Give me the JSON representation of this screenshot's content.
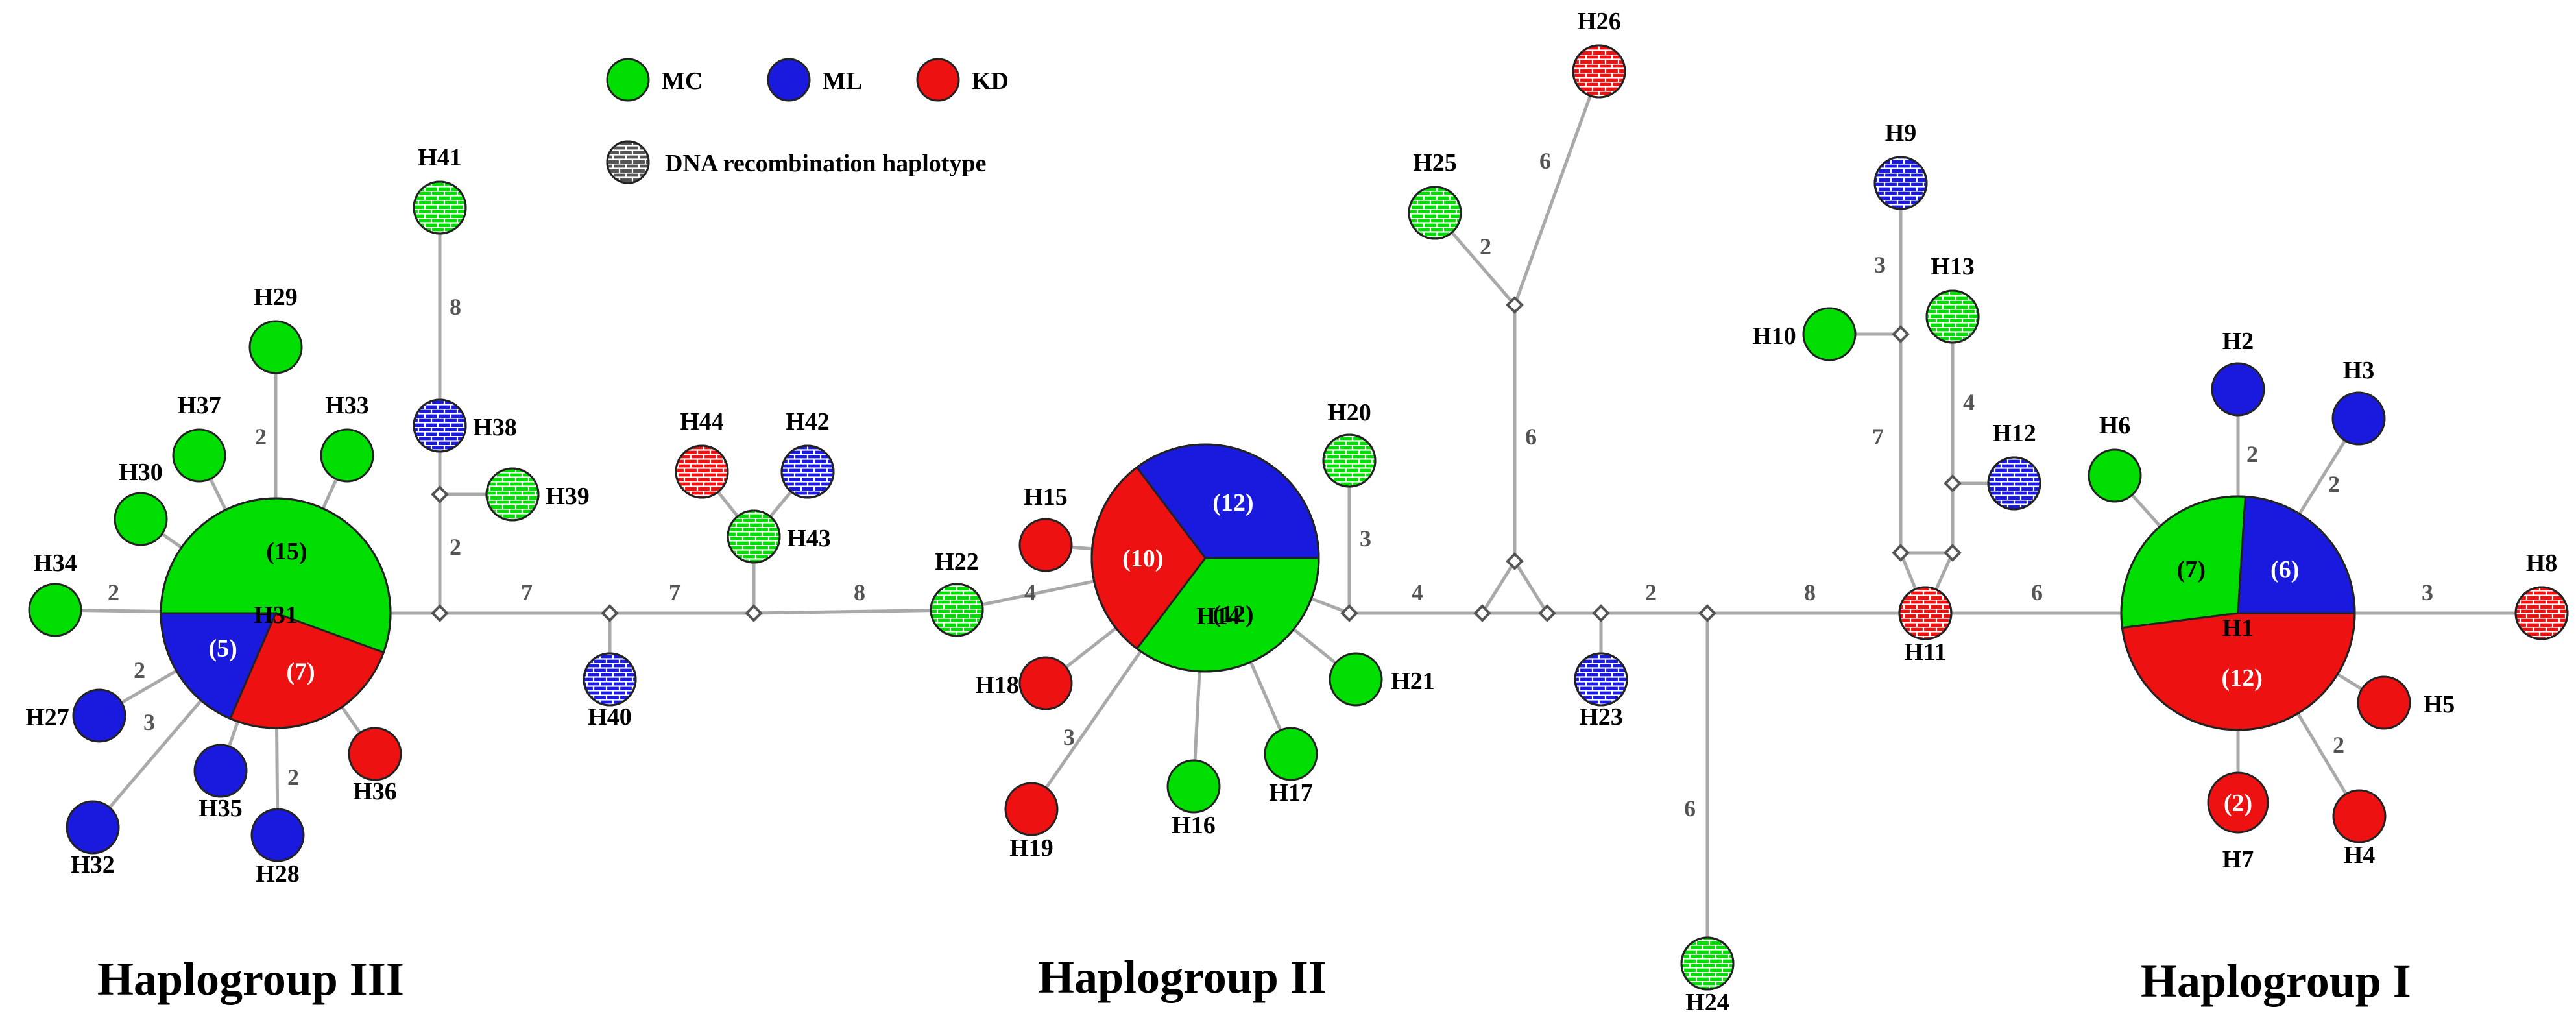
{
  "colors": {
    "MC": "#00dd00",
    "ML": "#1a1adf",
    "KD": "#ee1111",
    "recomb": "#ffffff"
  },
  "legend": [
    {
      "key": "MC",
      "label": "MC"
    },
    {
      "key": "ML",
      "label": "ML"
    },
    {
      "key": "KD",
      "label": "KD"
    }
  ],
  "recomb_legend": "DNA recombination haplotype",
  "groups": [
    "Haplogroup III",
    "Haplogroup II",
    "Haplogroup I"
  ],
  "haplotypes": [
    {
      "id": "H1",
      "label": "H1",
      "parts": [
        {
          "pop": "KD",
          "n": 12,
          "label": "(12)"
        },
        {
          "pop": "MC",
          "n": 7,
          "label": "(7)"
        },
        {
          "pop": "ML",
          "n": 6,
          "label": "(6)"
        }
      ]
    },
    {
      "id": "H2",
      "label": "H2",
      "parts": [
        {
          "pop": "ML",
          "n": 1
        }
      ]
    },
    {
      "id": "H3",
      "label": "H3",
      "parts": [
        {
          "pop": "ML",
          "n": 1
        }
      ]
    },
    {
      "id": "H4",
      "label": "H4",
      "parts": [
        {
          "pop": "KD",
          "n": 1
        }
      ]
    },
    {
      "id": "H5",
      "label": "H5",
      "parts": [
        {
          "pop": "KD",
          "n": 1
        }
      ]
    },
    {
      "id": "H6",
      "label": "H6",
      "parts": [
        {
          "pop": "MC",
          "n": 1
        }
      ]
    },
    {
      "id": "H7",
      "label": "H7",
      "parts": [
        {
          "pop": "KD",
          "n": 2,
          "label": "(2)"
        }
      ]
    },
    {
      "id": "H8",
      "label": "H8",
      "recomb": true,
      "parts": [
        {
          "pop": "KD",
          "n": 1
        }
      ]
    },
    {
      "id": "H9",
      "label": "H9",
      "recomb": true,
      "parts": [
        {
          "pop": "ML",
          "n": 1
        }
      ]
    },
    {
      "id": "H10",
      "label": "H10",
      "parts": [
        {
          "pop": "MC",
          "n": 1
        }
      ]
    },
    {
      "id": "H11",
      "label": "H11",
      "recomb": true,
      "parts": [
        {
          "pop": "KD",
          "n": 1
        }
      ]
    },
    {
      "id": "H12",
      "label": "H12",
      "recomb": true,
      "parts": [
        {
          "pop": "ML",
          "n": 1
        }
      ]
    },
    {
      "id": "H13",
      "label": "H13",
      "recomb": true,
      "parts": [
        {
          "pop": "MC",
          "n": 1
        }
      ]
    },
    {
      "id": "H14",
      "label": "H14",
      "parts": [
        {
          "pop": "ML",
          "n": 12,
          "label": "(12)"
        },
        {
          "pop": "MC",
          "n": 12,
          "label": "(12)"
        },
        {
          "pop": "KD",
          "n": 10,
          "label": "(10)"
        }
      ]
    },
    {
      "id": "H15",
      "label": "H15",
      "parts": [
        {
          "pop": "KD",
          "n": 1
        }
      ]
    },
    {
      "id": "H16",
      "label": "H16",
      "parts": [
        {
          "pop": "MC",
          "n": 1
        }
      ]
    },
    {
      "id": "H17",
      "label": "H17",
      "parts": [
        {
          "pop": "MC",
          "n": 1
        }
      ]
    },
    {
      "id": "H18",
      "label": "H18",
      "parts": [
        {
          "pop": "KD",
          "n": 1
        }
      ]
    },
    {
      "id": "H19",
      "label": "H19",
      "parts": [
        {
          "pop": "KD",
          "n": 1
        }
      ]
    },
    {
      "id": "H20",
      "label": "H20",
      "recomb": true,
      "parts": [
        {
          "pop": "MC",
          "n": 1
        }
      ]
    },
    {
      "id": "H21",
      "label": "H21",
      "parts": [
        {
          "pop": "MC",
          "n": 1
        }
      ]
    },
    {
      "id": "H22",
      "label": "H22",
      "recomb": true,
      "parts": [
        {
          "pop": "MC",
          "n": 1
        }
      ]
    },
    {
      "id": "H23",
      "label": "H23",
      "recomb": true,
      "parts": [
        {
          "pop": "ML",
          "n": 1
        }
      ]
    },
    {
      "id": "H24",
      "label": "H24",
      "recomb": true,
      "parts": [
        {
          "pop": "MC",
          "n": 1
        }
      ]
    },
    {
      "id": "H25",
      "label": "H25",
      "recomb": true,
      "parts": [
        {
          "pop": "MC",
          "n": 1
        }
      ]
    },
    {
      "id": "H26",
      "label": "H26",
      "recomb": true,
      "parts": [
        {
          "pop": "KD",
          "n": 1
        }
      ]
    },
    {
      "id": "H27",
      "label": "H27",
      "parts": [
        {
          "pop": "ML",
          "n": 1
        }
      ]
    },
    {
      "id": "H28",
      "label": "H28",
      "parts": [
        {
          "pop": "ML",
          "n": 1
        }
      ]
    },
    {
      "id": "H29",
      "label": "H29",
      "parts": [
        {
          "pop": "MC",
          "n": 1
        }
      ]
    },
    {
      "id": "H30",
      "label": "H30",
      "parts": [
        {
          "pop": "MC",
          "n": 1
        }
      ]
    },
    {
      "id": "H31",
      "label": "H31",
      "parts": [
        {
          "pop": "MC",
          "n": 15,
          "label": "(15)"
        },
        {
          "pop": "KD",
          "n": 7,
          "label": "(7)"
        },
        {
          "pop": "ML",
          "n": 5,
          "label": "(5)"
        }
      ]
    },
    {
      "id": "H32",
      "label": "H32",
      "parts": [
        {
          "pop": "ML",
          "n": 1
        }
      ]
    },
    {
      "id": "H33",
      "label": "H33",
      "parts": [
        {
          "pop": "MC",
          "n": 1
        }
      ]
    },
    {
      "id": "H34",
      "label": "H34",
      "parts": [
        {
          "pop": "MC",
          "n": 1
        }
      ]
    },
    {
      "id": "H35",
      "label": "H35",
      "parts": [
        {
          "pop": "ML",
          "n": 1
        }
      ]
    },
    {
      "id": "H36",
      "label": "H36",
      "parts": [
        {
          "pop": "KD",
          "n": 1
        }
      ]
    },
    {
      "id": "H37",
      "label": "H37",
      "parts": [
        {
          "pop": "MC",
          "n": 1
        }
      ]
    },
    {
      "id": "H38",
      "label": "H38",
      "recomb": true,
      "parts": [
        {
          "pop": "ML",
          "n": 1
        }
      ]
    },
    {
      "id": "H39",
      "label": "H39",
      "recomb": true,
      "parts": [
        {
          "pop": "MC",
          "n": 1
        }
      ]
    },
    {
      "id": "H40",
      "label": "H40",
      "recomb": true,
      "parts": [
        {
          "pop": "ML",
          "n": 1
        }
      ]
    },
    {
      "id": "H41",
      "label": "H41",
      "recomb": true,
      "parts": [
        {
          "pop": "MC",
          "n": 1
        }
      ]
    },
    {
      "id": "H42",
      "label": "H42",
      "recomb": true,
      "parts": [
        {
          "pop": "ML",
          "n": 1
        }
      ]
    },
    {
      "id": "H43",
      "label": "H43",
      "recomb": true,
      "parts": [
        {
          "pop": "MC",
          "n": 1
        }
      ]
    },
    {
      "id": "H44",
      "label": "H44",
      "recomb": true,
      "parts": [
        {
          "pop": "KD",
          "n": 1
        }
      ]
    }
  ],
  "edges": [
    {
      "a": "H34",
      "b": "H31",
      "steps": "2"
    },
    {
      "a": "H29",
      "b": "H31",
      "steps": "2"
    },
    {
      "a": "H30",
      "b": "H31"
    },
    {
      "a": "H37",
      "b": "H31"
    },
    {
      "a": "H33",
      "b": "H31"
    },
    {
      "a": "H27",
      "b": "H31",
      "steps": "2"
    },
    {
      "a": "H32",
      "b": "H31",
      "steps": "3"
    },
    {
      "a": "H35",
      "b": "H31"
    },
    {
      "a": "H28",
      "b": "H31",
      "steps": "2"
    },
    {
      "a": "H36",
      "b": "H31"
    },
    {
      "a": "H31",
      "b": "v1"
    },
    {
      "a": "v1",
      "b": "v2",
      "steps": "2"
    },
    {
      "a": "v2",
      "b": "H38"
    },
    {
      "a": "H38",
      "b": "H41",
      "steps": "8"
    },
    {
      "a": "v2",
      "b": "H39"
    },
    {
      "a": "v1",
      "b": "v3",
      "steps": "7"
    },
    {
      "a": "v3",
      "b": "H40"
    },
    {
      "a": "v3",
      "b": "v4",
      "steps": "7"
    },
    {
      "a": "v4",
      "b": "H43"
    },
    {
      "a": "H43",
      "b": "H44"
    },
    {
      "a": "H43",
      "b": "H42"
    },
    {
      "a": "v4",
      "b": "H22",
      "steps": "8"
    },
    {
      "a": "H22",
      "b": "H14",
      "steps": "4"
    },
    {
      "a": "H15",
      "b": "H14"
    },
    {
      "a": "H18",
      "b": "H14"
    },
    {
      "a": "H19",
      "b": "H14",
      "steps": "3"
    },
    {
      "a": "H16",
      "b": "H14"
    },
    {
      "a": "H17",
      "b": "H14"
    },
    {
      "a": "H21",
      "b": "H14"
    },
    {
      "a": "H14",
      "b": "v5"
    },
    {
      "a": "v5",
      "b": "H20",
      "steps": "3"
    },
    {
      "a": "v5",
      "b": "v6",
      "steps": "4"
    },
    {
      "a": "v6",
      "b": "v7"
    },
    {
      "a": "v6",
      "b": "v8"
    },
    {
      "a": "v7",
      "b": "v8"
    },
    {
      "a": "v7",
      "b": "v9",
      "steps": "6"
    },
    {
      "a": "v9",
      "b": "H25",
      "steps": "2"
    },
    {
      "a": "v9",
      "b": "H26",
      "steps": "6"
    },
    {
      "a": "v8",
      "b": "v10"
    },
    {
      "a": "v10",
      "b": "H23"
    },
    {
      "a": "v10",
      "b": "v11",
      "steps": "2"
    },
    {
      "a": "v11",
      "b": "H24",
      "steps": "6"
    },
    {
      "a": "v11",
      "b": "H11",
      "steps": "8"
    },
    {
      "a": "H11",
      "b": "v12"
    },
    {
      "a": "H11",
      "b": "v13"
    },
    {
      "a": "v12",
      "b": "v13"
    },
    {
      "a": "v12",
      "b": "v14",
      "steps": "7"
    },
    {
      "a": "v14",
      "b": "H9",
      "steps": "3"
    },
    {
      "a": "v14",
      "b": "H10"
    },
    {
      "a": "v13",
      "b": "v15"
    },
    {
      "a": "v15",
      "b": "H13",
      "steps": "4"
    },
    {
      "a": "v15",
      "b": "H12"
    },
    {
      "a": "H11",
      "b": "H1",
      "steps": "6"
    },
    {
      "a": "H1",
      "b": "H6"
    },
    {
      "a": "H1",
      "b": "H2",
      "steps": "2"
    },
    {
      "a": "H1",
      "b": "H3",
      "steps": "2"
    },
    {
      "a": "H1",
      "b": "H8",
      "steps": "3"
    },
    {
      "a": "H1",
      "b": "H5"
    },
    {
      "a": "H1",
      "b": "H4",
      "steps": "2"
    },
    {
      "a": "H1",
      "b": "H7"
    }
  ]
}
